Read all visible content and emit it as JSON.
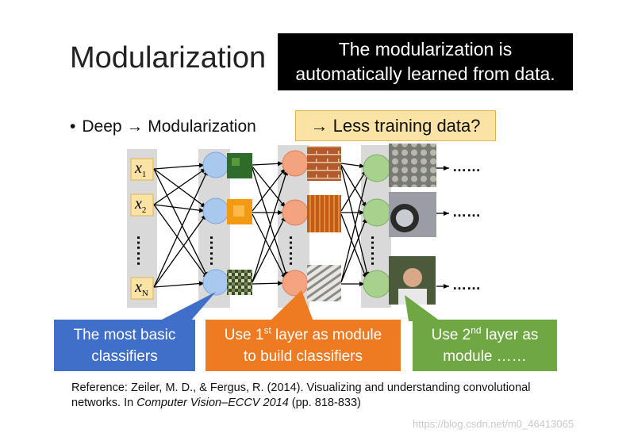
{
  "title": "Modularization",
  "top_box": {
    "line1": "The modularization is",
    "line2": "automatically learned from data."
  },
  "bullet": {
    "text": "Deep → Modularization",
    "highlight": "→ Less training data?"
  },
  "inputs": [
    {
      "base": "x",
      "sub": "1"
    },
    {
      "base": "x",
      "sub": "2"
    },
    {
      "base": "x",
      "sub": "N"
    }
  ],
  "vertical_ellipsis": "……",
  "output_dots": "……",
  "callouts": {
    "basic": {
      "line1": "The most basic",
      "line2": "classifiers"
    },
    "layer1": {
      "pre": "Use 1",
      "sup": "st",
      "post": " layer as module",
      "line2": "to build classifiers"
    },
    "layer2": {
      "pre": "Use 2",
      "sup": "nd",
      "post": " layer as",
      "line2": "module ……"
    }
  },
  "reference": {
    "text1": "Reference: Zeiler, M. D., & Fergus, R. (2014). Visualizing and understanding convolutional networks. In ",
    "italic": "Computer Vision–ECCV 2014",
    "text2": " (pp. 818-833)"
  },
  "watermark": "https://blog.csdn.net/m0_46413065",
  "colors": {
    "layer1_node": "#a9c8ee",
    "layer2_node": "#f4a37f",
    "layer3_node": "#a9d18e",
    "input_box": "#fbe3a6",
    "column_bg": "#d9d9d9",
    "callout_blue": "#3f6fc9",
    "callout_orange": "#ee7a22",
    "callout_green": "#6fa843"
  }
}
